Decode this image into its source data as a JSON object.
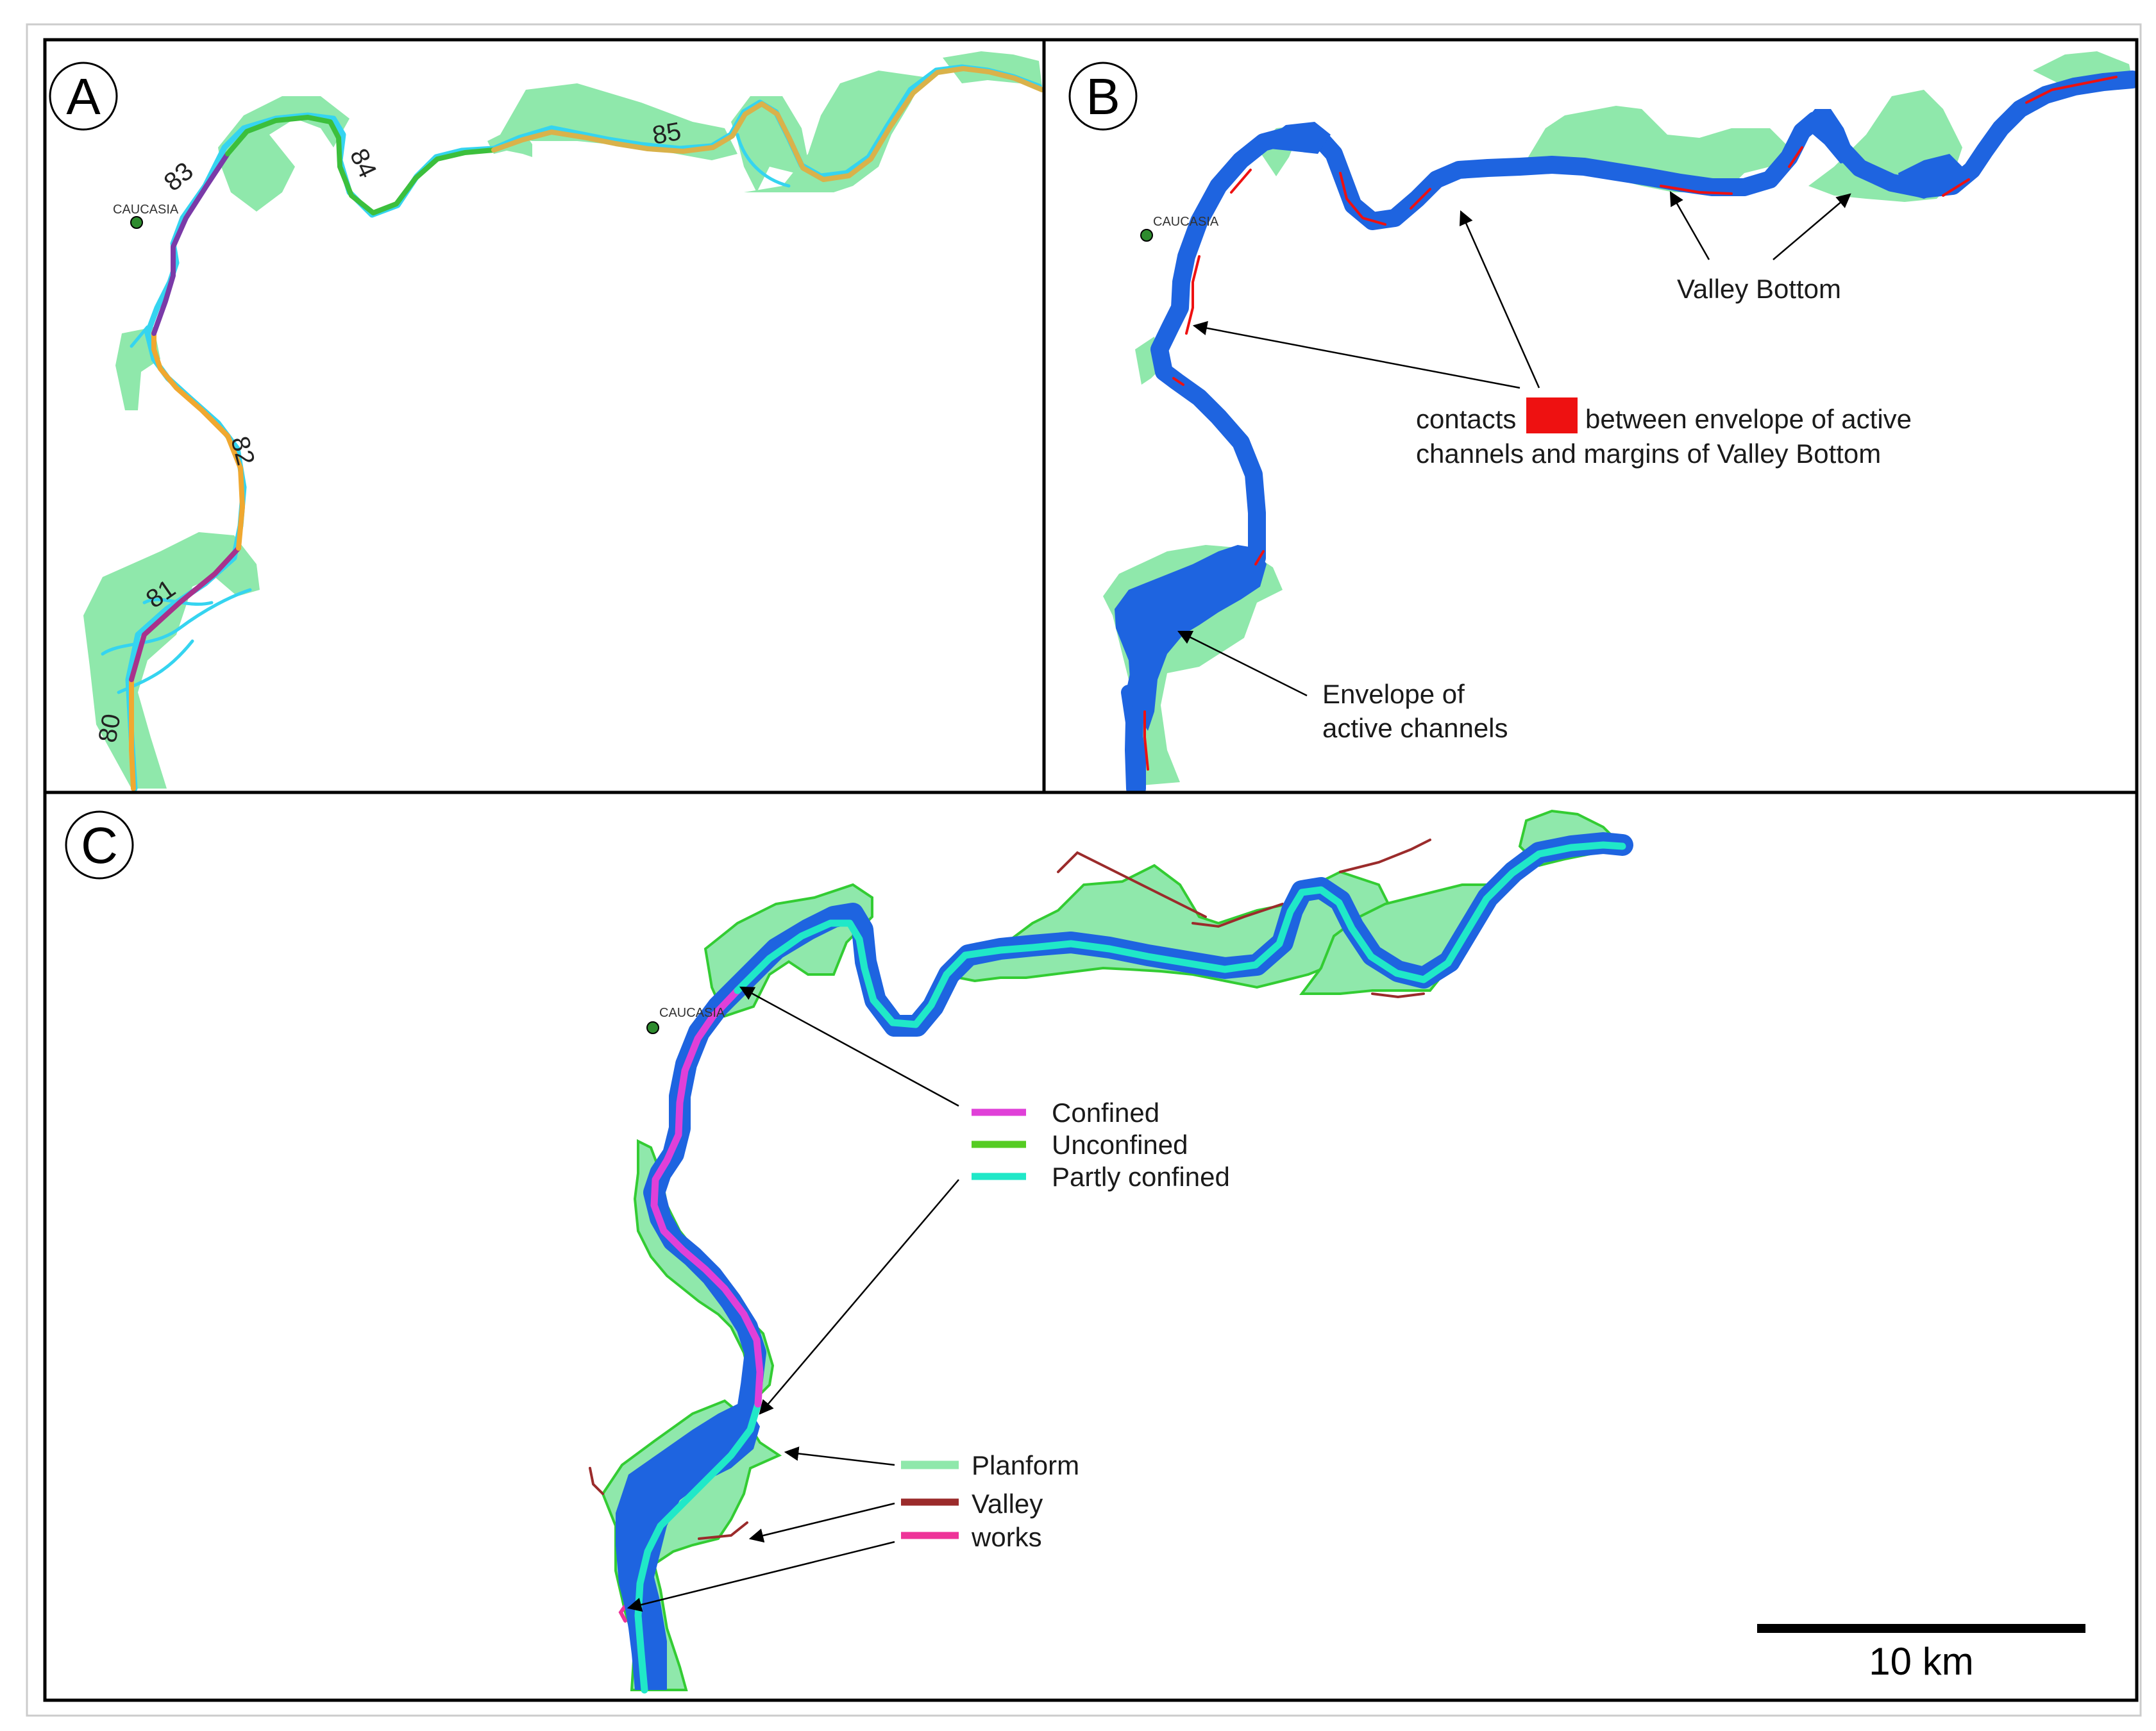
{
  "panels": {
    "a": {
      "letter": "A",
      "place": "CAUCASIA",
      "km_markers": [
        "80",
        "81",
        "82",
        "83",
        "84",
        "85"
      ]
    },
    "b": {
      "letter": "B",
      "place": "CAUCASIA",
      "valley_bottom_label": "Valley Bottom",
      "contacts_line1_left": "contacts",
      "contacts_line1_right": "between envelope of active",
      "contacts_line2": "channels and margins of Valley Bottom",
      "envelope_line1": "Envelope of",
      "envelope_line2": "active channels"
    },
    "c": {
      "letter": "C",
      "place": "CAUCASIA",
      "legend_confinement": [
        "Confined",
        "Unconfined",
        "Partly confined"
      ],
      "legend_margins": [
        "Planform",
        "Valley",
        "works"
      ]
    }
  },
  "scale_bar": {
    "label": "10 km"
  },
  "colors": {
    "valley_fill": "#8fe8ab",
    "envelope": "#1e64e0",
    "channel_cyan": "#35d4f0",
    "confined": "#e040d8",
    "unconfined": "#55cc22",
    "partly_confined": "#20e8c8",
    "planform_margin": "#33cc33",
    "valley_margin": "#9b2b2b",
    "works_margin": "#ee3399",
    "contact": "#ee1111",
    "reach_orange": "#f0a830",
    "reach_purple": "#7a3aa8",
    "reach_magenta": "#a8328c",
    "reach_green": "#3cbf3c"
  }
}
